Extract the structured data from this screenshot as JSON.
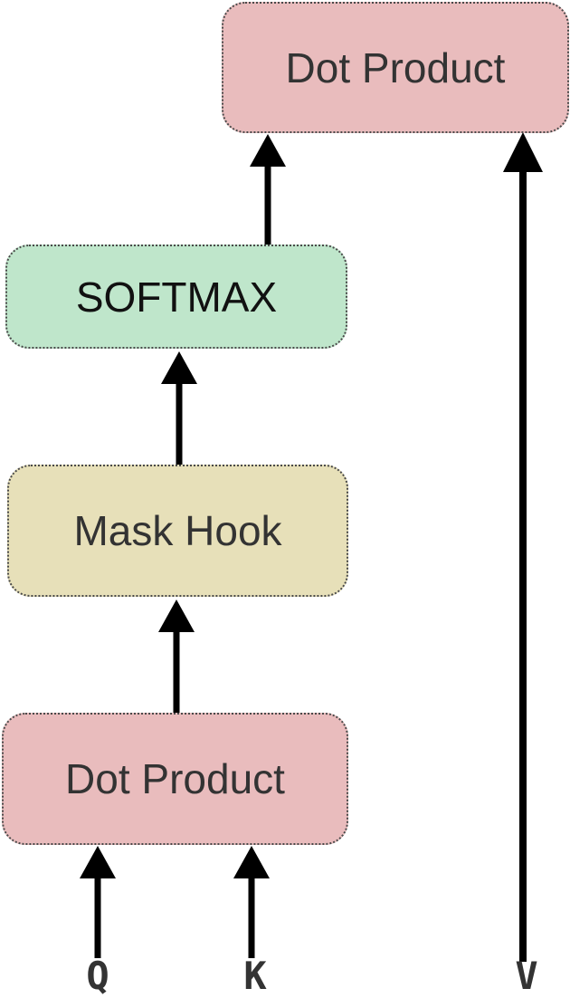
{
  "diagram": {
    "nodes": {
      "dot_product_top": {
        "label": "Dot Product",
        "color": "#e9bcbd"
      },
      "softmax": {
        "label": "SOFTMAX",
        "color": "#bfe6cb"
      },
      "mask_hook": {
        "label": "Mask Hook",
        "color": "#e7e0b9"
      },
      "dot_product_bottom": {
        "label": "Dot Product",
        "color": "#e9bcbd"
      }
    },
    "inputs": {
      "q": "Q",
      "k": "K",
      "v": "V"
    },
    "edges": [
      {
        "from": "Q",
        "to": "Dot Product (bottom)"
      },
      {
        "from": "K",
        "to": "Dot Product (bottom)"
      },
      {
        "from": "Dot Product (bottom)",
        "to": "Mask Hook"
      },
      {
        "from": "Mask Hook",
        "to": "SOFTMAX"
      },
      {
        "from": "SOFTMAX",
        "to": "Dot Product (top)"
      },
      {
        "from": "V",
        "to": "Dot Product (top)"
      }
    ],
    "arrow_color": "#000000"
  }
}
